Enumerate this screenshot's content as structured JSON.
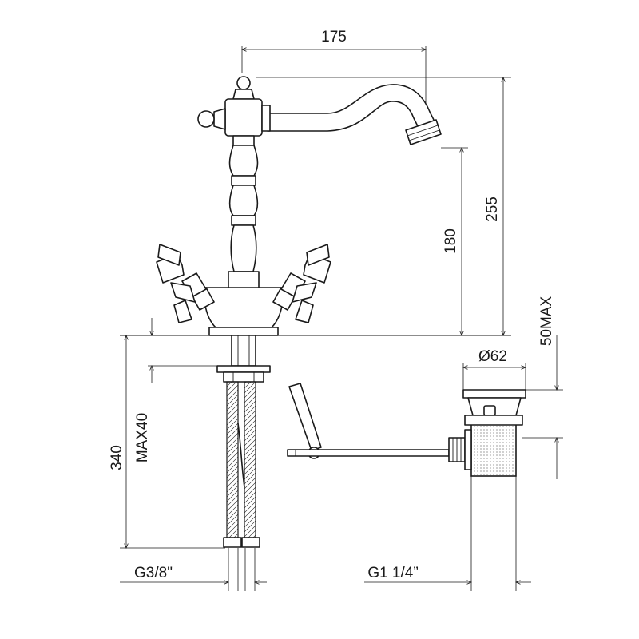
{
  "dimensions": {
    "spout_reach": "175",
    "total_height": "255",
    "spout_height": "180",
    "waste_clearance": "50MAX",
    "waste_diameter": "Ø62",
    "hose_length": "340",
    "deck_thickness": "MAX40",
    "hose_thread": "G3/8\"",
    "waste_thread": "G1 1/4”"
  },
  "colors": {
    "line": "#1a1a1a",
    "background": "#ffffff"
  }
}
